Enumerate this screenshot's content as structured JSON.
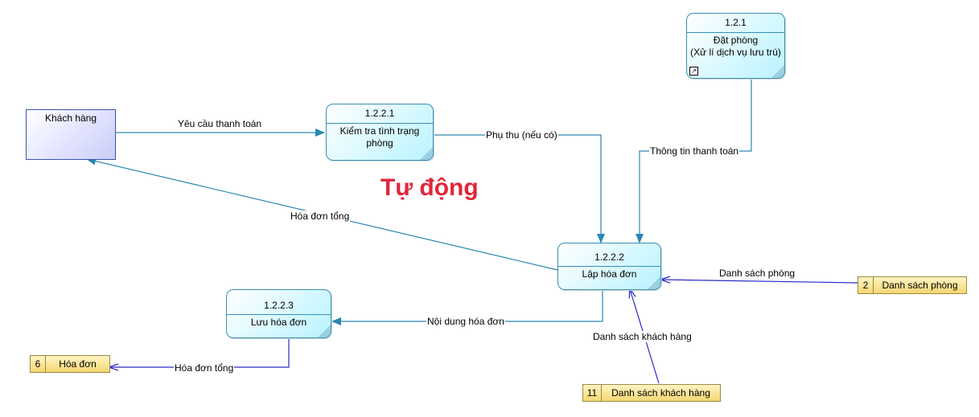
{
  "external": {
    "name": "Khách hàng"
  },
  "processes": {
    "p121": {
      "id": "1.2.1",
      "name": "Đặt phòng\n(Xử lí dịch vụ lưu trú)"
    },
    "p1221": {
      "id": "1.2.2.1",
      "name": "Kiểm tra tình trạng phòng"
    },
    "p1222": {
      "id": "1.2.2.2",
      "name": "Lập hóa đơn"
    },
    "p1223": {
      "id": "1.2.2.3",
      "name": "Lưu hóa đơn"
    }
  },
  "stores": {
    "hoadon": {
      "num": "6",
      "name": "Hóa đơn"
    },
    "phong": {
      "num": "2",
      "name": "Danh sách phòng"
    },
    "khachhang": {
      "num": "11",
      "name": "Danh sách khách hàng"
    }
  },
  "flows": {
    "yeucau": "Yêu cầu thanh toán",
    "phuthu": "Phụ thu (nếu có)",
    "thongtin": "Thông tin thanh toán",
    "hoadontong1": "Hóa đơn tổng",
    "dsphong": "Danh sách phòng",
    "noidung": "Nội dung hóa đơn",
    "dskhach": "Danh sách khách hàng",
    "hoadontong2": "Hóa đơn tổng"
  },
  "title": "Tự động",
  "colors": {
    "flow_process": "#2a87b2",
    "flow_store": "#2a2ac8",
    "title": "#e0263a"
  }
}
